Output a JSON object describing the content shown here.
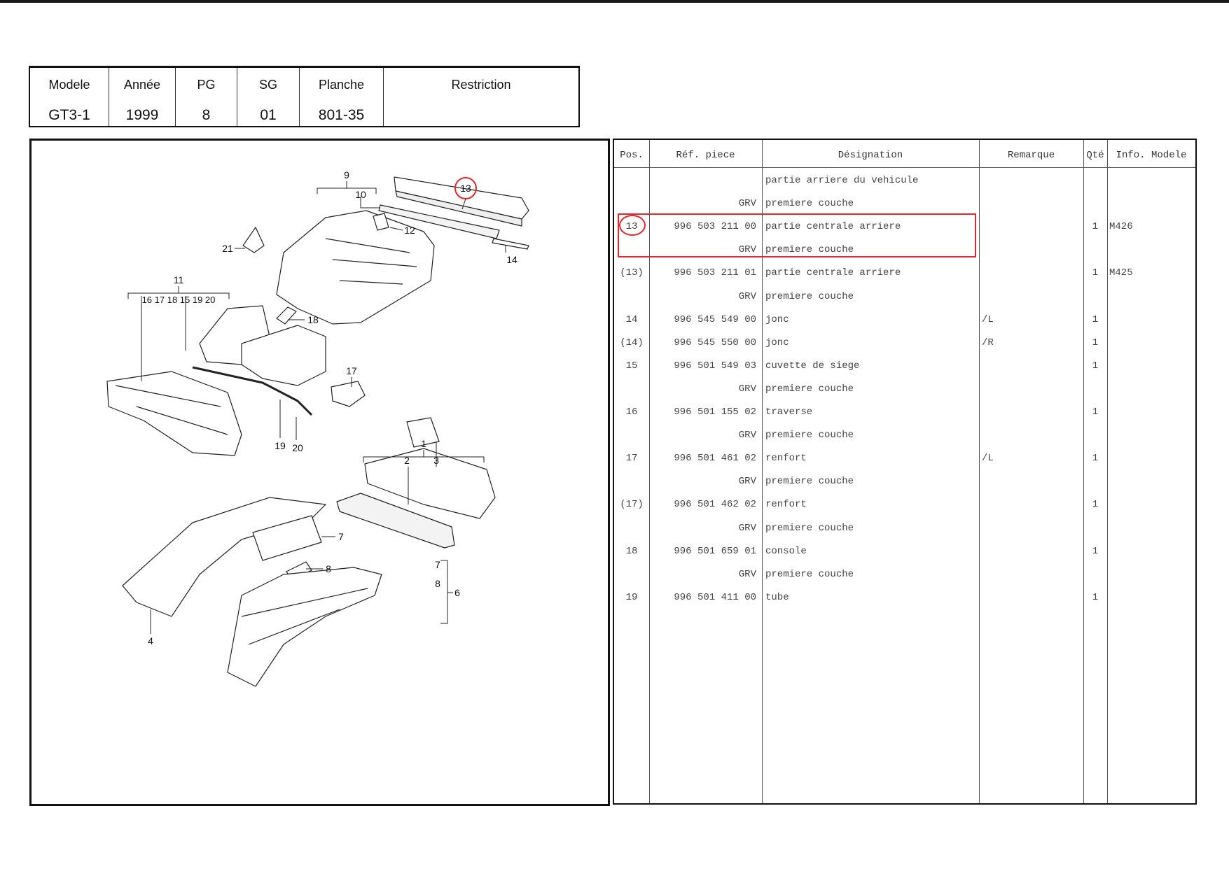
{
  "header": {
    "columns": [
      {
        "label": "Modele",
        "value": "GT3-1"
      },
      {
        "label": "Année",
        "value": "1999"
      },
      {
        "label": "PG",
        "value": "8"
      },
      {
        "label": "SG",
        "value": "01"
      },
      {
        "label": "Planche",
        "value": "801-35"
      },
      {
        "label": "Restriction",
        "value": ""
      }
    ]
  },
  "diagram": {
    "callouts": [
      "13",
      "9",
      "10",
      "12",
      "21",
      "14",
      "11",
      "16 17 18 15 19 20",
      "18",
      "17",
      "19",
      "20",
      "1",
      "2",
      "3",
      "7",
      "8",
      "7",
      "8",
      "6",
      "4"
    ]
  },
  "parts_table": {
    "headers": {
      "pos": "Pos.",
      "ref": "Réf. piece",
      "designation": "Désignation",
      "remarque": "Remarque",
      "qty": "Qté",
      "info": "Info. Modele"
    },
    "rows": [
      {
        "pos": "",
        "ref": "",
        "designation": "partie arriere du vehicule",
        "remarque": "",
        "qty": "",
        "info": ""
      },
      {
        "pos": "",
        "ref": "GRV",
        "designation": "premiere couche",
        "remarque": "",
        "qty": "",
        "info": ""
      },
      {
        "pos": "13",
        "ref": "996 503 211 00",
        "designation": "partie centrale arriere",
        "remarque": "",
        "qty": "1",
        "info": "M426"
      },
      {
        "pos": "",
        "ref": "GRV",
        "designation": "premiere couche",
        "remarque": "",
        "qty": "",
        "info": ""
      },
      {
        "pos": "(13)",
        "ref": "996 503 211 01",
        "designation": "partie centrale arriere",
        "remarque": "",
        "qty": "1",
        "info": "M425"
      },
      {
        "pos": "",
        "ref": "GRV",
        "designation": "premiere couche",
        "remarque": "",
        "qty": "",
        "info": ""
      },
      {
        "pos": "14",
        "ref": "996 545 549 00",
        "designation": "jonc",
        "remarque": "/L",
        "qty": "1",
        "info": ""
      },
      {
        "pos": "(14)",
        "ref": "996 545 550 00",
        "designation": "jonc",
        "remarque": "/R",
        "qty": "1",
        "info": ""
      },
      {
        "pos": "15",
        "ref": "996 501 549 03",
        "designation": "cuvette de siege",
        "remarque": "",
        "qty": "1",
        "info": ""
      },
      {
        "pos": "",
        "ref": "GRV",
        "designation": "premiere couche",
        "remarque": "",
        "qty": "",
        "info": ""
      },
      {
        "pos": "16",
        "ref": "996 501 155 02",
        "designation": "traverse",
        "remarque": "",
        "qty": "1",
        "info": ""
      },
      {
        "pos": "",
        "ref": "GRV",
        "designation": "premiere couche",
        "remarque": "",
        "qty": "",
        "info": ""
      },
      {
        "pos": "17",
        "ref": "996 501 461 02",
        "designation": "renfort",
        "remarque": "/L",
        "qty": "1",
        "info": ""
      },
      {
        "pos": "",
        "ref": "GRV",
        "designation": "premiere couche",
        "remarque": "",
        "qty": "",
        "info": ""
      },
      {
        "pos": "(17)",
        "ref": "996 501 462 02",
        "designation": "renfort",
        "remarque": "",
        "qty": "1",
        "info": ""
      },
      {
        "pos": "",
        "ref": "GRV",
        "designation": "premiere couche",
        "remarque": "",
        "qty": "",
        "info": ""
      },
      {
        "pos": "18",
        "ref": "996 501 659 01",
        "designation": "console",
        "remarque": "",
        "qty": "1",
        "info": ""
      },
      {
        "pos": "",
        "ref": "GRV",
        "designation": "premiere couche",
        "remarque": "",
        "qty": "",
        "info": ""
      },
      {
        "pos": "19",
        "ref": "996 501 411 00",
        "designation": "tube",
        "remarque": "",
        "qty": "1",
        "info": ""
      }
    ]
  },
  "colors": {
    "highlight": "#e0282e",
    "ink": "#111111"
  }
}
